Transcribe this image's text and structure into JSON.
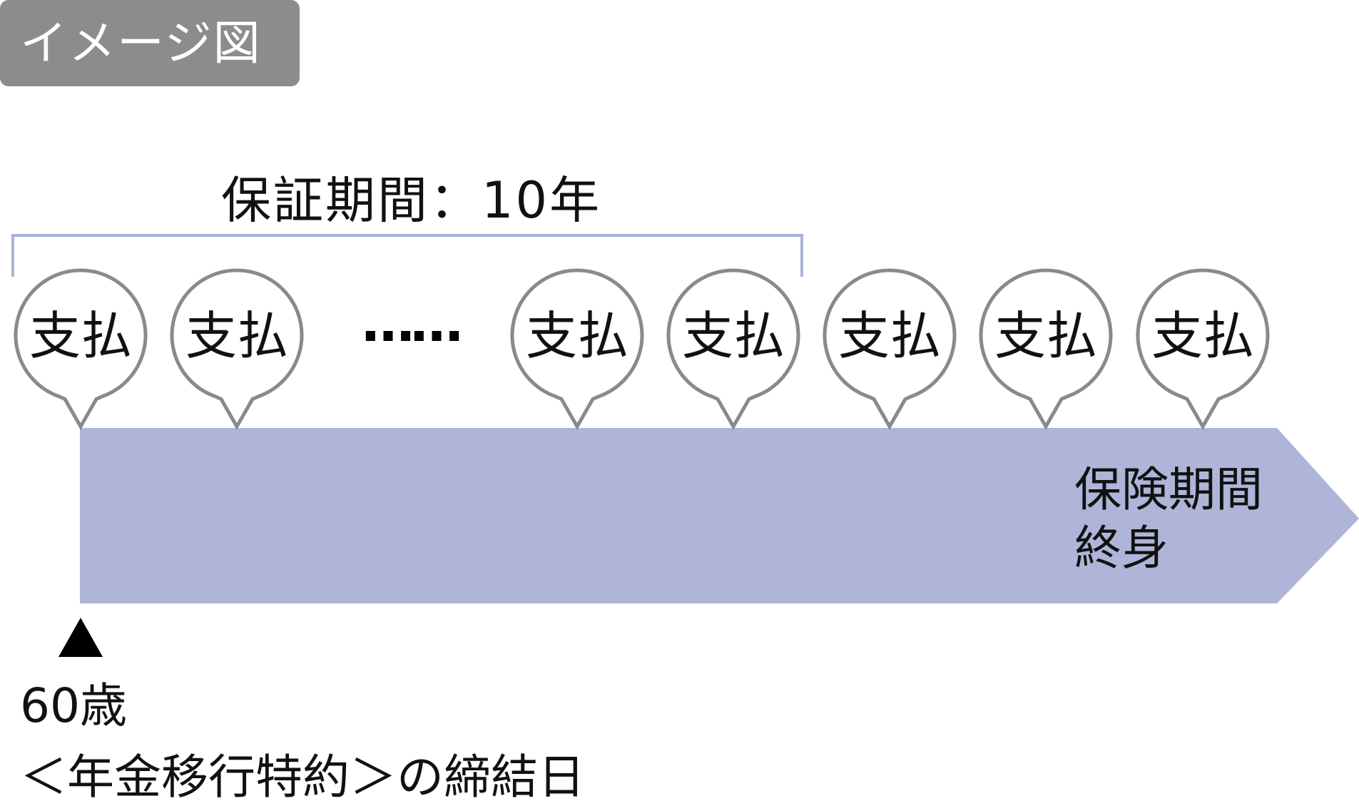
{
  "badge": {
    "label": "イメージ図",
    "color": "#8c8c8c"
  },
  "guarantee": {
    "label": "保証期間：10年",
    "bracket_color": "#aab2d6"
  },
  "timeline": {
    "bar_color": "#aeb5d8",
    "term_line1": "保険期間",
    "term_line2": "終身"
  },
  "payments": {
    "label": "支払",
    "stroke_color": "#8a8a8a",
    "ellipsis": "……",
    "before_ellipsis": 2,
    "after_ellipsis": 5
  },
  "start": {
    "age": "60歳",
    "event": "＜年金移行特約＞の締結日"
  }
}
